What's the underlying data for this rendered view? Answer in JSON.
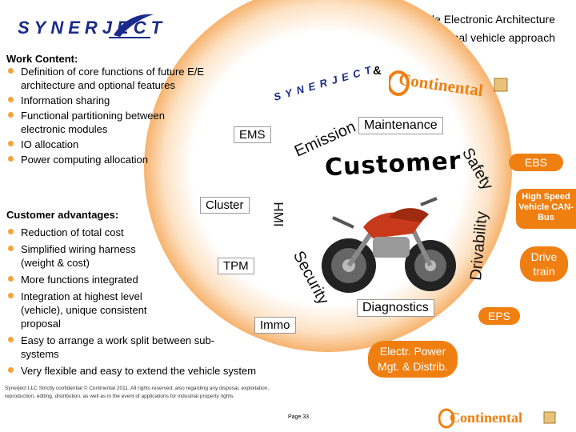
{
  "header": {
    "logo_text": "SYNERJECT",
    "title_line1": "Vehicle Electronic Architecture",
    "title_line2": "Tomorrow:  functional vehicle approach"
  },
  "work_content": {
    "heading": "Work Content:",
    "items": [
      "Definition of core functions of future E/E architecture and optional features",
      "Information sharing",
      "Functional partitioning between electronic modules",
      "IO allocation",
      "Power computing allocation"
    ]
  },
  "customer_advantages": {
    "heading": "Customer advantages:",
    "items": [
      "Reduction of total cost",
      "Simplified wiring harness (weight & cost)",
      "More functions integrated",
      "Integration at highest level (vehicle), unique consistent proposal",
      "Easy to arrange a work split between sub-systems",
      "Very flexible and easy to extend the vehicle system"
    ]
  },
  "diagram": {
    "center_label": "Customer",
    "partner_logo_text": "SYNERJECT",
    "ampersand": "&",
    "partner2_logo_text": "Continental",
    "ring_words": {
      "emission": "Emission",
      "safety": "Safety",
      "hmi": "HMI",
      "drivability": "Drivability",
      "security": "Security"
    },
    "boxes": {
      "ems": "EMS",
      "cluster": "Cluster",
      "tpm": "TPM",
      "immo": "Immo",
      "maintenance": "Maintenance",
      "diagnostics": "Diagnostics"
    },
    "pills": {
      "ebs": "EBS",
      "high_speed": "High Speed Vehicle CAN-Bus",
      "drive_train": "Drive train",
      "eps": "EPS",
      "power_mgt": "Electr. Power Mgt. & Distrib."
    },
    "colors": {
      "accent_orange": "#f07f12",
      "logo_blue": "#1a2a8a",
      "bullet": "#f2a33a"
    }
  },
  "footer": {
    "legal": "Synerject LLC Strictly confidential © Continental 2011. All rights reserved, also regarding any disposal, exploitation, reproduction, editing, distribution, as well as in the event of applications for industrial property rights.",
    "page": "Page 33",
    "logo_text": "Continental"
  }
}
